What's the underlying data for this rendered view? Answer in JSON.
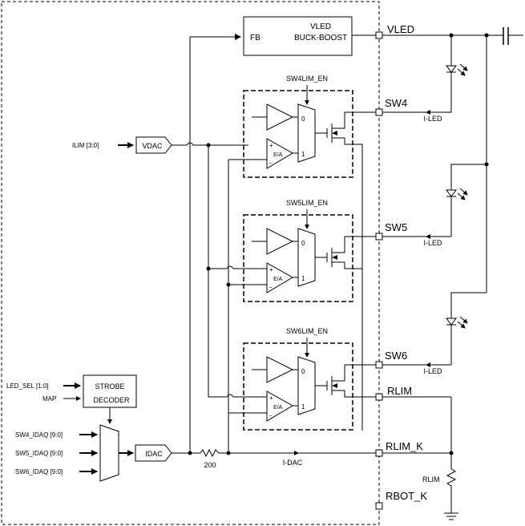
{
  "buck_boost": {
    "line1": "VLED",
    "line2": "BUCK-BOOST",
    "fb": "FB"
  },
  "inputs": {
    "ilim": "ILIM [3:0]",
    "vdac": "VDAC",
    "idac": "IDAC",
    "resistor": "200",
    "idac_current": "I-DAC"
  },
  "strobe": {
    "line1": "STROBE",
    "line2": "DECODER",
    "led_sel": "LED_SEL [1:0]",
    "map": "MAP"
  },
  "mux_inputs": [
    "SW4_IDAQ [9:0]",
    "SW5_IDAQ [9:0]",
    "SW6_IDAQ [9:0]"
  ],
  "channels": [
    {
      "enable": "SW4LIM_EN",
      "pin": "SW4",
      "current": "I-LED",
      "mux0": "0",
      "mux1": "1",
      "ea": "E/A"
    },
    {
      "enable": "SW5LIM_EN",
      "pin": "SW5",
      "current": "I-LED",
      "mux0": "0",
      "mux1": "1",
      "ea": "E/A"
    },
    {
      "enable": "SW6LIM_EN",
      "pin": "SW6",
      "current": "I-LED",
      "mux0": "0",
      "mux1": "1",
      "ea": "E/A"
    }
  ],
  "pins": {
    "vled": "VLED",
    "rlim": "RLIM",
    "rlim_k": "RLIM_K",
    "rbot_k": "RBOT_K"
  },
  "external": {
    "rlim_resistor": "RLIM"
  }
}
